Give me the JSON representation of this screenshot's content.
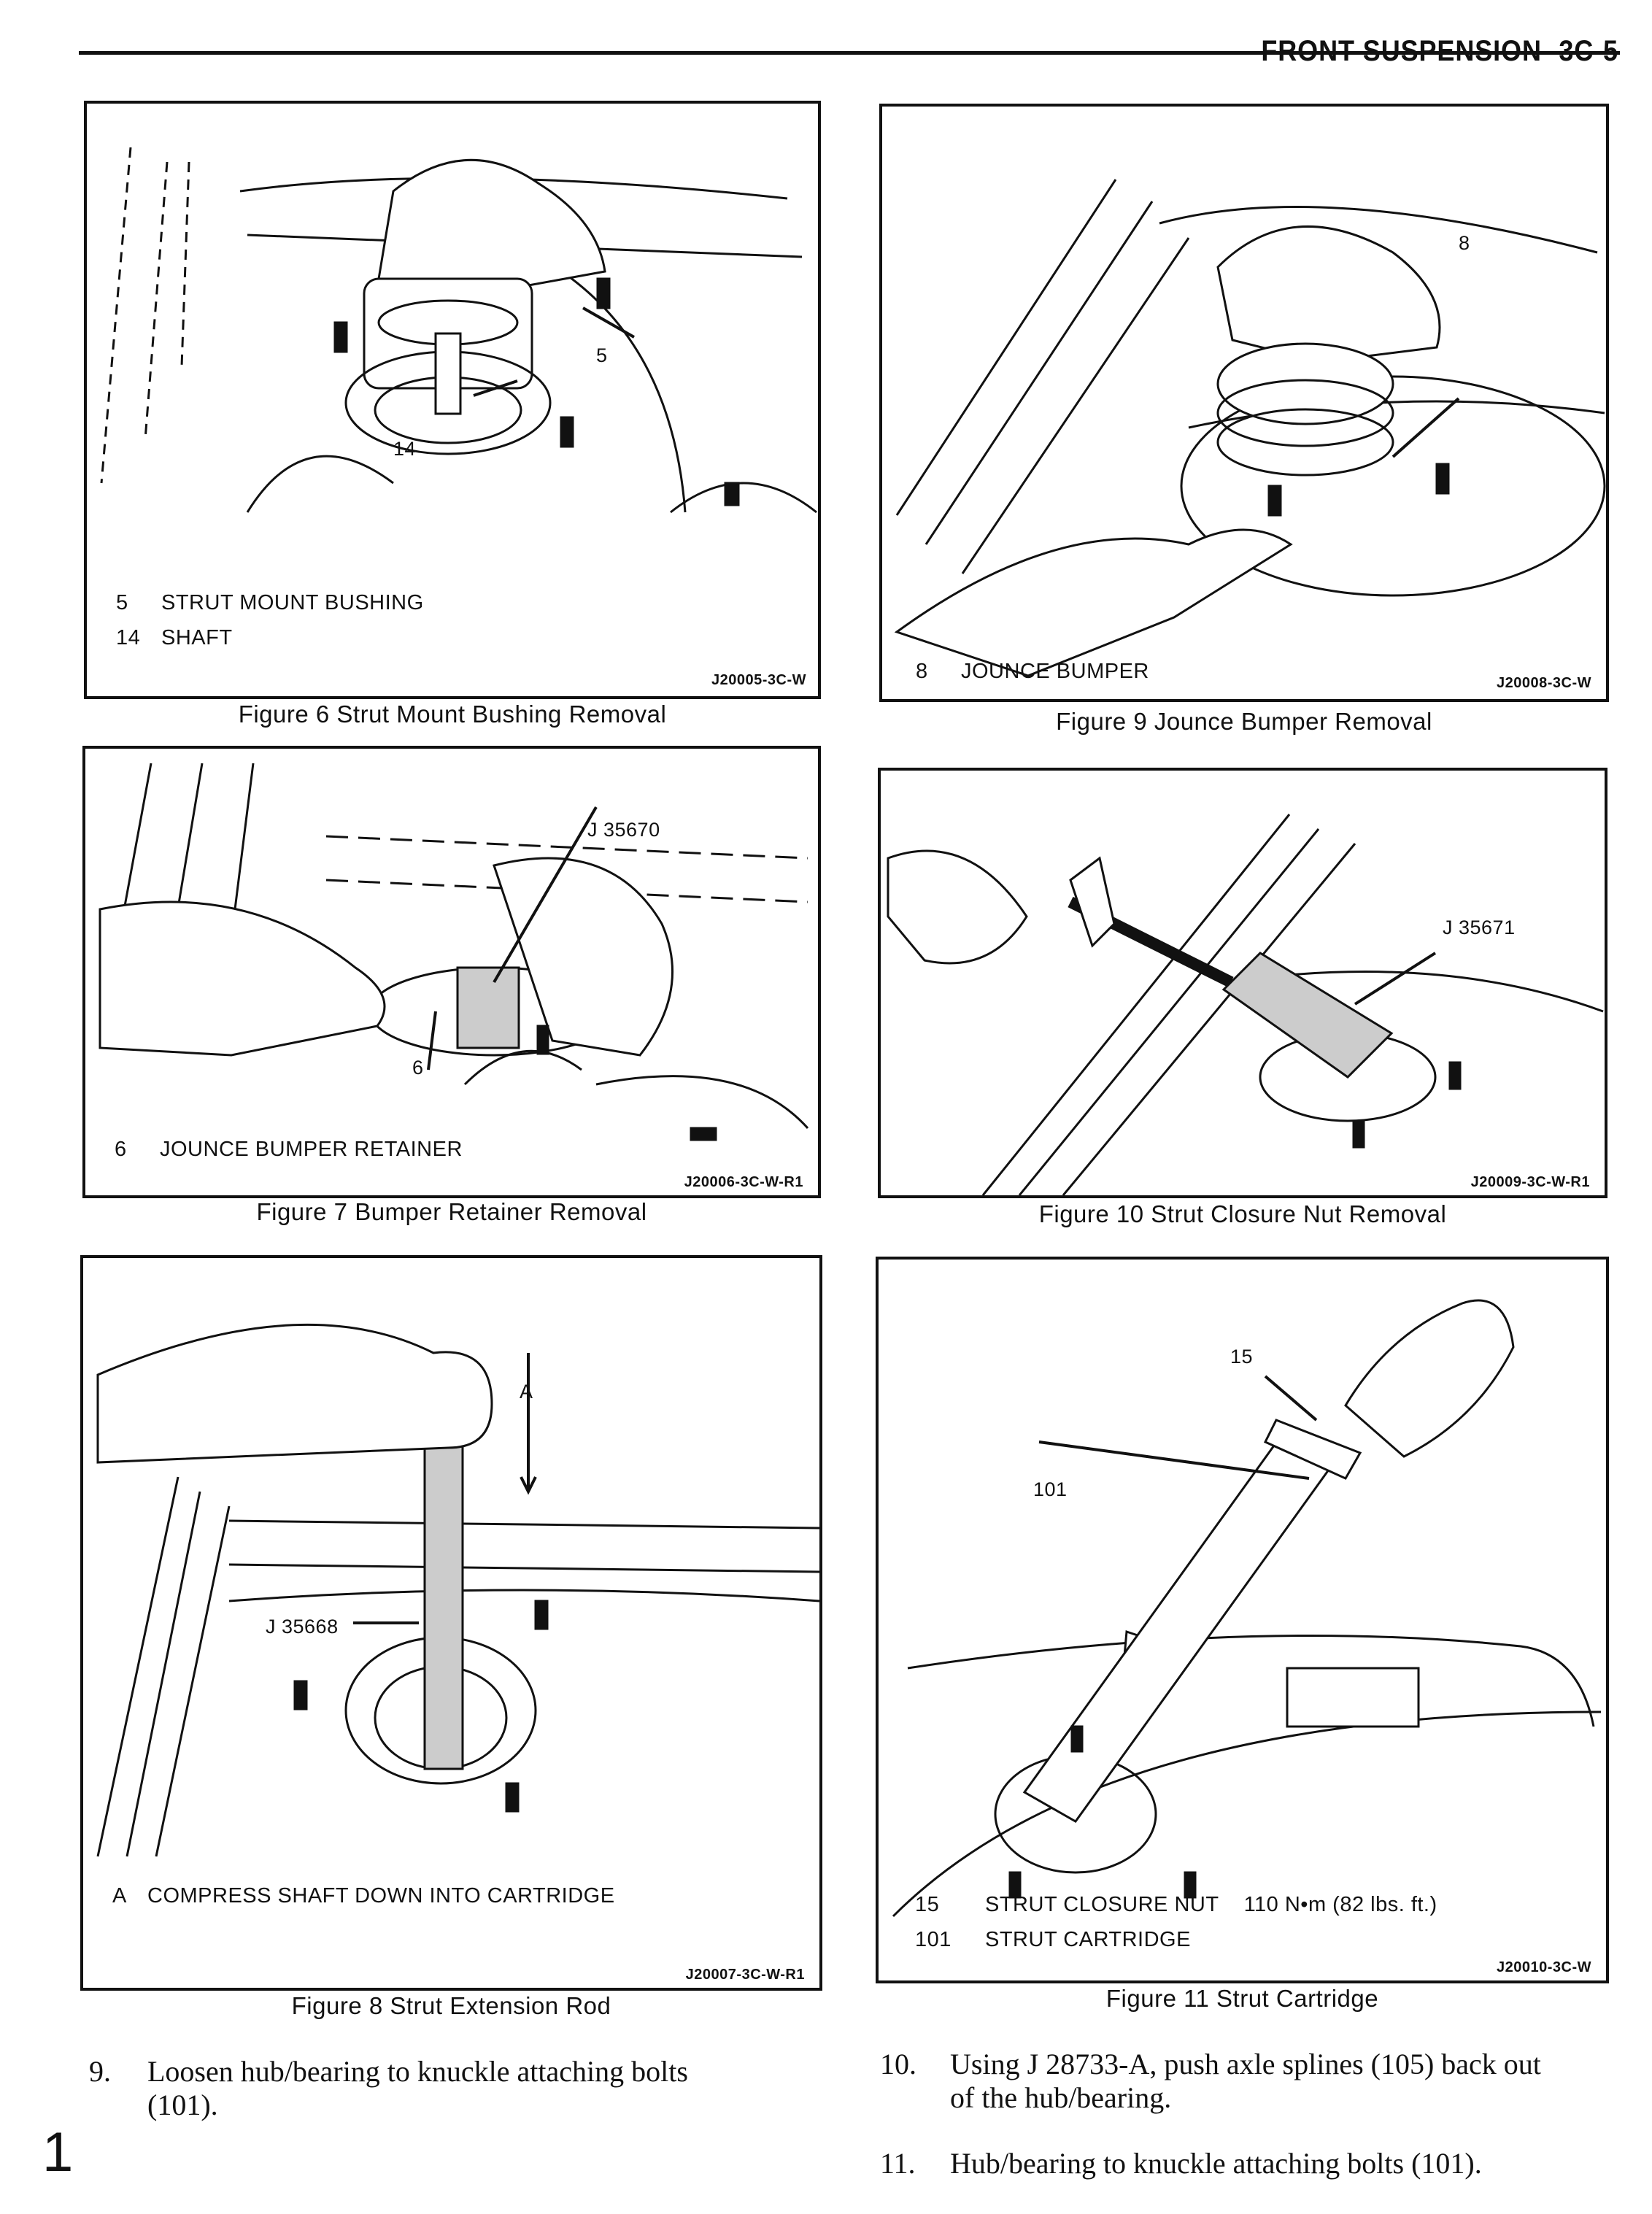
{
  "header": {
    "title": "FRONT SUSPENSION",
    "page_no": "3C-5"
  },
  "figures": [
    {
      "id": "fig6",
      "callouts": [
        "5",
        "14"
      ],
      "legend": [
        {
          "num": "5",
          "text": "STRUT MOUNT BUSHING"
        },
        {
          "num": "14",
          "text": "SHAFT"
        }
      ],
      "code": "J20005-3C-W",
      "caption": "Figure 6 Strut Mount Bushing Removal"
    },
    {
      "id": "fig9",
      "callouts": [
        "8"
      ],
      "legend": [
        {
          "num": "8",
          "text": "JOUNCE BUMPER"
        }
      ],
      "code": "J20008-3C-W",
      "caption": "Figure 9 Jounce Bumper Removal"
    },
    {
      "id": "fig7",
      "callouts": [
        "J 35670",
        "6"
      ],
      "legend": [
        {
          "num": "6",
          "text": "JOUNCE BUMPER RETAINER"
        }
      ],
      "code": "J20006-3C-W-R1",
      "caption": "Figure 7 Bumper Retainer Removal"
    },
    {
      "id": "fig10",
      "callouts": [
        "J 35671"
      ],
      "legend": [],
      "code": "J20009-3C-W-R1",
      "caption": "Figure 10 Strut Closure Nut Removal"
    },
    {
      "id": "fig8",
      "callouts": [
        "A",
        "J 35668"
      ],
      "legend": [
        {
          "num": "A",
          "text": "COMPRESS SHAFT DOWN INTO CARTRIDGE"
        }
      ],
      "code": "J20007-3C-W-R1",
      "caption": "Figure 8 Strut Extension Rod"
    },
    {
      "id": "fig11",
      "callouts": [
        "15",
        "101"
      ],
      "legend": [
        {
          "num": "15",
          "text": "STRUT CLOSURE NUT",
          "spec": "110 N•m (82 lbs. ft.)"
        },
        {
          "num": "101",
          "text": "STRUT CARTRIDGE"
        }
      ],
      "code": "J20010-3C-W",
      "caption": "Figure 11 Strut Cartridge"
    }
  ],
  "steps": [
    {
      "num": "9.",
      "lines": [
        "Loosen hub/bearing to knuckle attaching bolts",
        "(101)."
      ]
    },
    {
      "num": "10.",
      "lines": [
        "Using J 28733-A, push axle splines (105) back out",
        "of the hub/bearing."
      ]
    },
    {
      "num": "11.",
      "lines": [
        "Hub/bearing to knuckle attaching bolts (101)."
      ]
    }
  ],
  "page_mark": "1"
}
